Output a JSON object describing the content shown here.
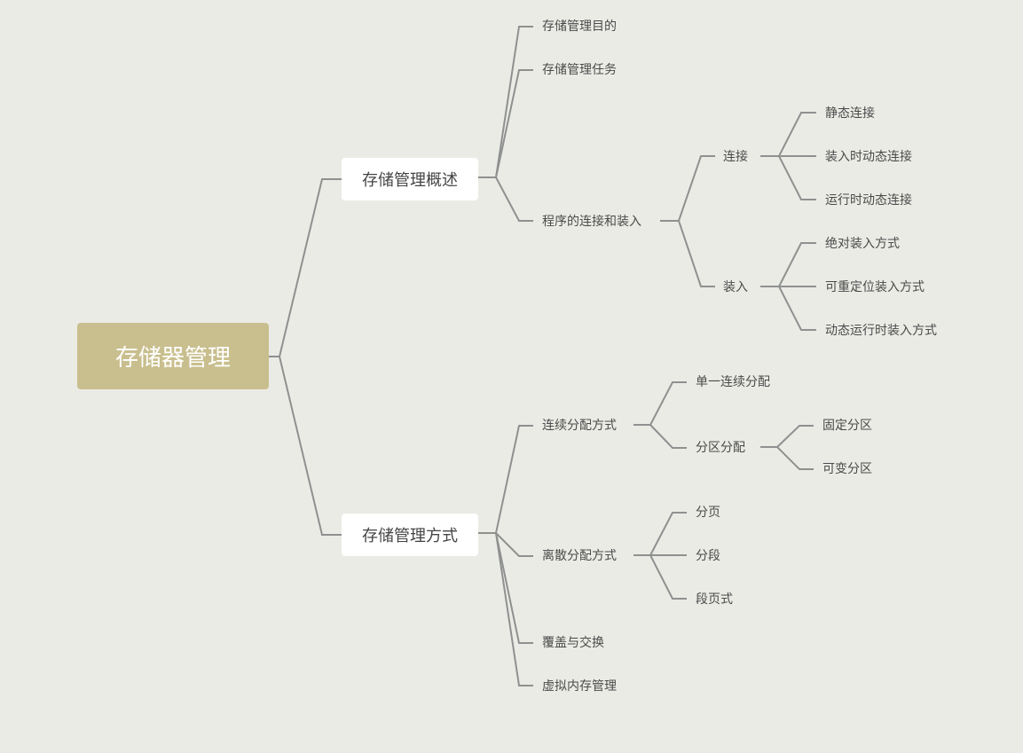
{
  "root": {
    "label": "存储器管理",
    "color": "#c9bf8e"
  },
  "line_color": "#8e918f",
  "branches": [
    {
      "label": "存储管理概述",
      "children": [
        {
          "label": "存储管理目的"
        },
        {
          "label": "存储管理任务"
        },
        {
          "label": "程序的连接和装入",
          "children": [
            {
              "label": "连接",
              "children": [
                {
                  "label": "静态连接"
                },
                {
                  "label": "装入时动态连接"
                },
                {
                  "label": "运行时动态连接"
                }
              ]
            },
            {
              "label": "装入",
              "children": [
                {
                  "label": "绝对装入方式"
                },
                {
                  "label": "可重定位装入方式"
                },
                {
                  "label": "动态运行时装入方式"
                }
              ]
            }
          ]
        }
      ]
    },
    {
      "label": "存储管理方式",
      "children": [
        {
          "label": "连续分配方式",
          "children": [
            {
              "label": "单一连续分配"
            },
            {
              "label": "分区分配",
              "children": [
                {
                  "label": "固定分区"
                },
                {
                  "label": "可变分区"
                }
              ]
            }
          ]
        },
        {
          "label": "离散分配方式",
          "children": [
            {
              "label": "分页"
            },
            {
              "label": "分段"
            },
            {
              "label": "段页式"
            }
          ]
        },
        {
          "label": "覆盖与交换"
        },
        {
          "label": "虚拟内存管理"
        }
      ]
    }
  ]
}
